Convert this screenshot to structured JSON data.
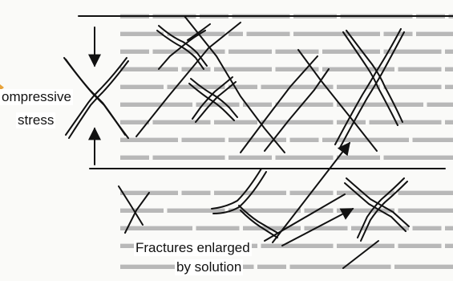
{
  "labels": {
    "compressive_line1": "ompressive",
    "compressive_line2": "stress",
    "fractures_line1": "Fractures enlarged",
    "fractures_line2": "by solution"
  },
  "colors": {
    "ink": "#111111",
    "background_text": "#b8b8b8",
    "highlight_mark": "#e8a23a"
  }
}
